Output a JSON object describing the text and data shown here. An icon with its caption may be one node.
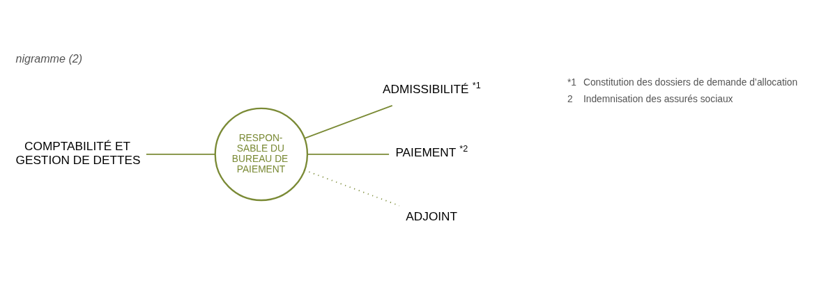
{
  "diagram": {
    "title": "nigramme (2)",
    "nodes": [
      {
        "text": [
          "RESPON- SABLE DU BUREAU DE PAIEMENT"
        ]
      },
      {
        "text": [
          "ADMISSIBILITÉ"
        ],
        "beside": [
          "*1"
        ]
      },
      {
        "text": [
          "PAIEMENT"
        ],
        "beside": [
          "*2"
        ]
      },
      {
        "text": [
          "COMPTABILITÉ ET GESTION DE DETTES"
        ]
      },
      {
        "text": [
          "ADJOINT"
        ]
      }
    ],
    "edges": [
      {
        "from": 3,
        "to": 0,
        "arrow": "none"
      },
      {
        "from": 0,
        "to": 1,
        "arrow": "none"
      },
      {
        "from": 0,
        "to": 2,
        "arrow": "none"
      },
      {
        "from": 0,
        "to": 4,
        "arrow": "none",
        "style": "dashed"
      }
    ],
    "labels": [
      "*1",
      "Constitution des dossiers de demande d’allocation",
      "2",
      "Indemnisation des assurés sociaux"
    ]
  }
}
